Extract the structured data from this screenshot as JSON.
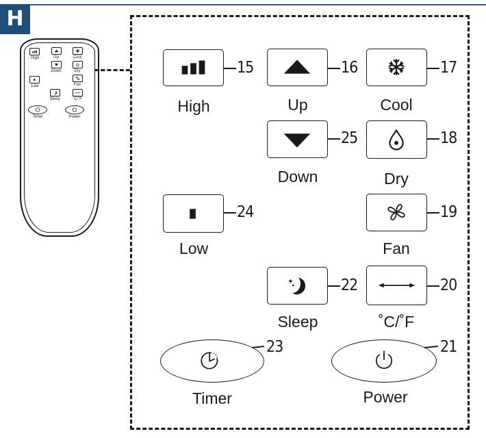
{
  "section_badge": "H",
  "remote_mini_labels": {
    "high": "High",
    "up": "Up",
    "cool": "Cool",
    "down": "Down",
    "dry": "Dry",
    "low": "Low",
    "fan": "Fan",
    "sleep": "Sleep",
    "cf": "˚C/˚F",
    "timer": "Timer",
    "power": "Power"
  },
  "buttons": {
    "high": {
      "label": "High",
      "number": "15",
      "icon": "signal-bars-icon"
    },
    "up": {
      "label": "Up",
      "number": "16",
      "icon": "triangle-up-icon"
    },
    "cool": {
      "label": "Cool",
      "number": "17",
      "icon": "snowflake-icon"
    },
    "down": {
      "label": "Down",
      "number": "25",
      "icon": "triangle-down-icon"
    },
    "dry": {
      "label": "Dry",
      "number": "18",
      "icon": "droplet-icon"
    },
    "low": {
      "label": "Low",
      "number": "24",
      "icon": "single-bar-icon"
    },
    "fan": {
      "label": "Fan",
      "number": "19",
      "icon": "fan-icon"
    },
    "sleep": {
      "label": "Sleep",
      "number": "22",
      "icon": "moon-stars-icon"
    },
    "cf": {
      "label": "˚C/˚F",
      "number": "20",
      "icon": "double-arrow-icon"
    },
    "timer": {
      "label": "Timer",
      "number": "23",
      "icon": "clock-icon"
    },
    "power": {
      "label": "Power",
      "number": "21",
      "icon": "power-icon"
    }
  },
  "colors": {
    "badge": "#1f4e79",
    "line": "#1a1a1a",
    "header_rule": "#3a5a80"
  }
}
